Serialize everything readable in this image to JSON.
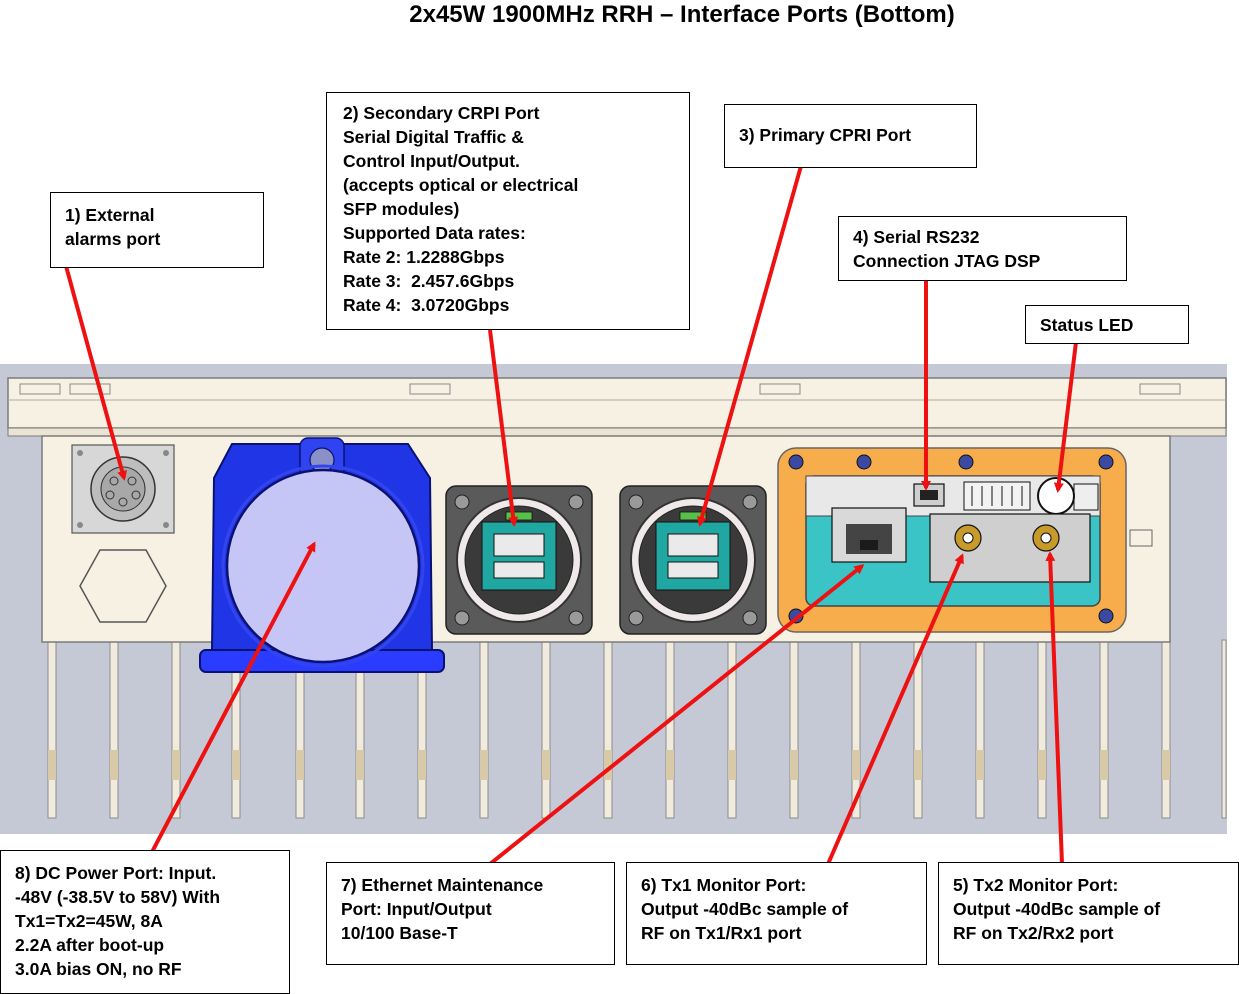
{
  "title": "2x45W 1900MHz RRH – Interface Ports (Bottom)",
  "colors": {
    "arrow": "#ee1111",
    "panel_bg": "#c5c9d6",
    "housing": "#f7f1e4",
    "connector_plate": "#f7ad4c",
    "pcb": "#3bc4c6",
    "dc_port": "#2035e6",
    "dc_cap": "#c6c6f6"
  },
  "callouts": {
    "alarms": {
      "lines": [
        "1) External",
        "alarms port"
      ]
    },
    "secondary_cpri": {
      "lines": [
        "2) Secondary CRPI Port",
        "Serial Digital Traffic &",
        "Control Input/Output.",
        "(accepts optical or electrical",
        "SFP modules)",
        "Supported Data rates:",
        "Rate 2: 1.2288Gbps",
        "Rate 3:  2.457.6Gbps",
        "Rate 4:  3.0720Gbps"
      ]
    },
    "primary_cpri": {
      "lines": [
        "3) Primary CPRI Port"
      ]
    },
    "serial": {
      "lines": [
        "4) Serial RS232",
        "Connection JTAG DSP"
      ]
    },
    "status_led": {
      "lines": [
        "Status LED"
      ]
    },
    "tx2": {
      "lines": [
        "5) Tx2 Monitor Port:",
        "Output -40dBc sample of",
        "RF on Tx2/Rx2 port"
      ]
    },
    "tx1": {
      "lines": [
        "6) Tx1 Monitor Port:",
        "Output -40dBc sample of",
        "RF on Tx1/Rx1 port"
      ]
    },
    "ethernet": {
      "lines": [
        "7) Ethernet Maintenance",
        "Port: Input/Output",
        "10/100 Base-T"
      ]
    },
    "dc_power": {
      "lines": [
        "8) DC Power Port: Input.",
        "-48V (-38.5V to 58V) With",
        "Tx1=Tx2=45W, 8A",
        "2.2A after boot-up",
        "3.0A bias ON, no RF"
      ]
    }
  }
}
